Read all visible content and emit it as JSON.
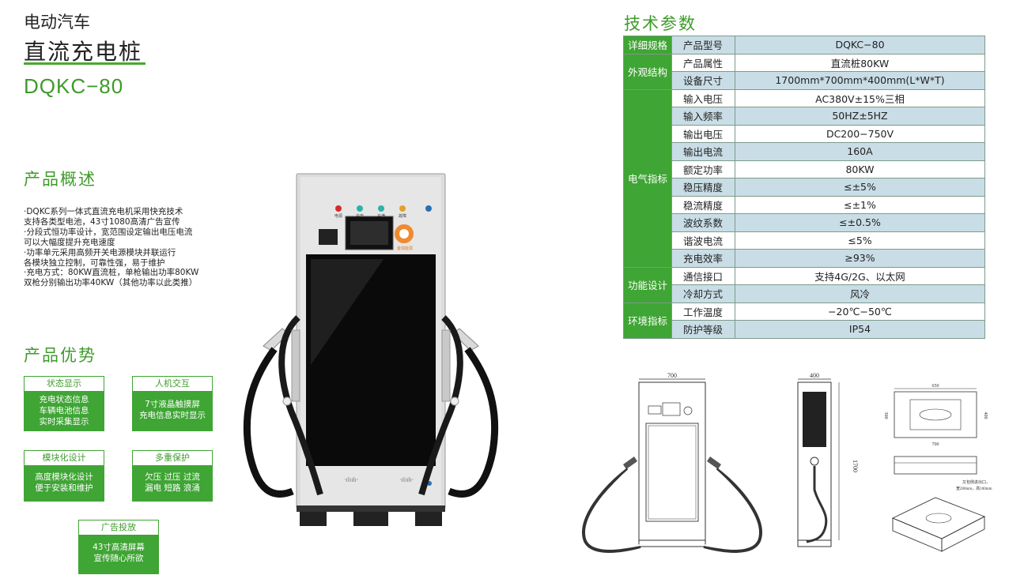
{
  "header": {
    "sub_title": "电动汽车",
    "main_title": "直流充电桩",
    "model": "DQKC−80"
  },
  "overview": {
    "heading": "产品概述",
    "lines": [
      "·DQKC系列一体式直流充电机采用快充技术",
      "支持各类型电池，43寸1080高清广告宣传",
      "·分段式恒功率设计，宽范围设定输出电压电流",
      "可以大幅度提升充电速度",
      "·功率单元采用高频开关电源模块并联运行",
      "各模块独立控制，可靠性强，易于维护",
      "·充电方式：80KW直流桩，单枪输出功率80KW",
      "双枪分别输出功率40KW（其他功率以此类推）"
    ]
  },
  "advantages": {
    "heading": "产品优势",
    "items": [
      {
        "title": "状态显示",
        "lines": [
          "充电状态信息",
          "车辆电池信息",
          "实时采集显示"
        ]
      },
      {
        "title": "人机交互",
        "lines": [
          "7寸液晶触摸屏",
          "充电信息实时显示"
        ]
      },
      {
        "title": "模块化设计",
        "lines": [
          "高度模块化设计",
          "便于安装和维护"
        ]
      },
      {
        "title": "多重保护",
        "lines": [
          "欠压 过压 过流",
          "漏电 短路 浪涌"
        ]
      },
      {
        "title": "广告投放",
        "lines": [
          "43寸高清屏幕",
          "宣传随心所欲"
        ]
      }
    ]
  },
  "device_panel": {
    "lights": [
      "电源",
      "充电",
      "充满",
      "故障"
    ],
    "brand": "金绿能源"
  },
  "specs": {
    "heading": "技术参数",
    "groups": [
      {
        "category": "详细规格",
        "rows": [
          {
            "name": "产品型号",
            "value": "DQKC−80"
          }
        ]
      },
      {
        "category": "外观结构",
        "rows": [
          {
            "name": "产品属性",
            "value": "直流桩80KW"
          },
          {
            "name": "设备尺寸",
            "value": "1700mm*700mm*400mm(L*W*T)"
          }
        ]
      },
      {
        "category": "电气指标",
        "rows": [
          {
            "name": "输入电压",
            "value": "AC380V±15%三相"
          },
          {
            "name": "输入频率",
            "value": "50HZ±5HZ"
          },
          {
            "name": "输出电压",
            "value": "DC200−750V"
          },
          {
            "name": "输出电流",
            "value": "160A"
          },
          {
            "name": "额定功率",
            "value": "80KW"
          },
          {
            "name": "稳压精度",
            "value": "≤±5%"
          },
          {
            "name": "稳流精度",
            "value": "≤±1%"
          },
          {
            "name": "波纹系数",
            "value": "≤±0.5%"
          },
          {
            "name": "谐波电流",
            "value": "≤5%"
          },
          {
            "name": "充电效率",
            "value": "≥93%"
          }
        ]
      },
      {
        "category": "功能设计",
        "rows": [
          {
            "name": "通信接口",
            "value": "支持4G/2G、以太网"
          },
          {
            "name": "冷却方式",
            "value": "风冷"
          }
        ]
      },
      {
        "category": "环境指标",
        "rows": [
          {
            "name": "工作温度",
            "value": "−20℃−50℃"
          },
          {
            "name": "防护等级",
            "value": "IP54"
          }
        ]
      }
    ]
  },
  "drawings": {
    "front_width": "700",
    "side_depth": "400",
    "height": "1700",
    "base_width": "650",
    "base_depth_left": "300",
    "base_depth_right": "400",
    "base_bottom": "700",
    "note_1": "又包侧进出口，",
    "note_2": "宽200mm，高100mm"
  },
  "colors": {
    "accent_green": "#3fa534",
    "title_green": "#3e9b2a",
    "table_stripe": "#c9dde6"
  }
}
